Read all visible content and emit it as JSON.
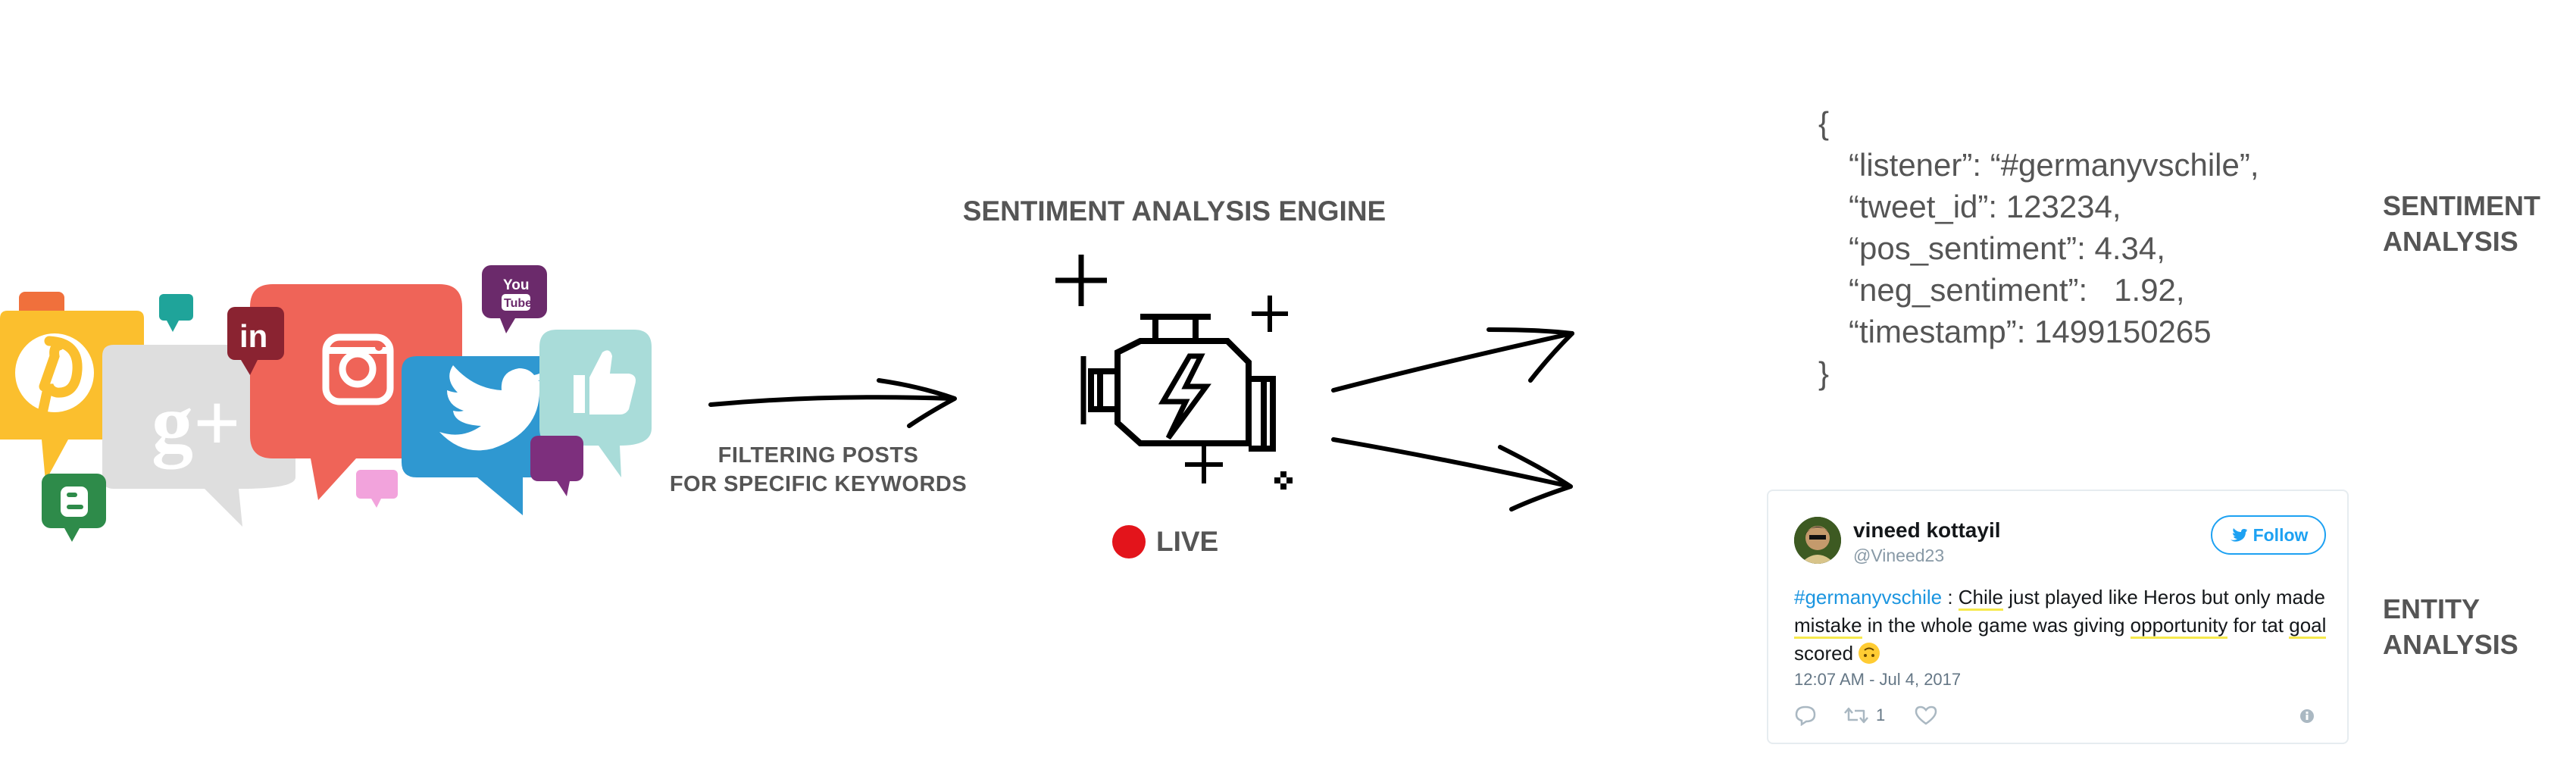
{
  "engine": {
    "title": "SENTIMENT ANALYSIS ENGINE",
    "live_label": "LIVE",
    "live_color": "#e3141b"
  },
  "filter": {
    "line1": "FILTERING POSTS",
    "line2": "FOR SPECIFIC KEYWORDS"
  },
  "social_icons": [
    "pinterest-icon",
    "google-plus-icon",
    "linkedin-icon",
    "instagram-icon",
    "twitter-icon",
    "youtube-icon",
    "like-icon",
    "blogger-icon"
  ],
  "json_output": {
    "open_brace": "{",
    "lines": [
      "“listener”: “#germanyvschile”,",
      "“tweet_id”: 123234,",
      "“pos_sentiment”: 4.34,",
      "“neg_sentiment”:   1.92,",
      "“timestamp”: 1499150265"
    ],
    "close_brace": "}"
  },
  "labels": {
    "sentiment_1": "SENTIMENT",
    "sentiment_2": "ANALYSIS",
    "entity_1": "ENTITY",
    "entity_2": "ANALYSIS"
  },
  "tweet": {
    "name": "vineed kottayil",
    "handle": "@Vineed23",
    "follow_label": "Follow",
    "hashtag": "#germanyvschile",
    "text_1": " : ",
    "ent_chile": "Chile",
    "text_2": " just played like Heros but only made ",
    "ent_mistake": "mistake",
    "text_3": " in the whole game was giving ",
    "ent_opportunity": "opportunity",
    "text_4": " for tat ",
    "ent_goal": "goal",
    "text_5": " scored",
    "timestamp": "12:07 AM - Jul 4, 2017",
    "retweets": "1",
    "accent_color": "#1da1f2",
    "highlight_color": "#f6e94c"
  }
}
